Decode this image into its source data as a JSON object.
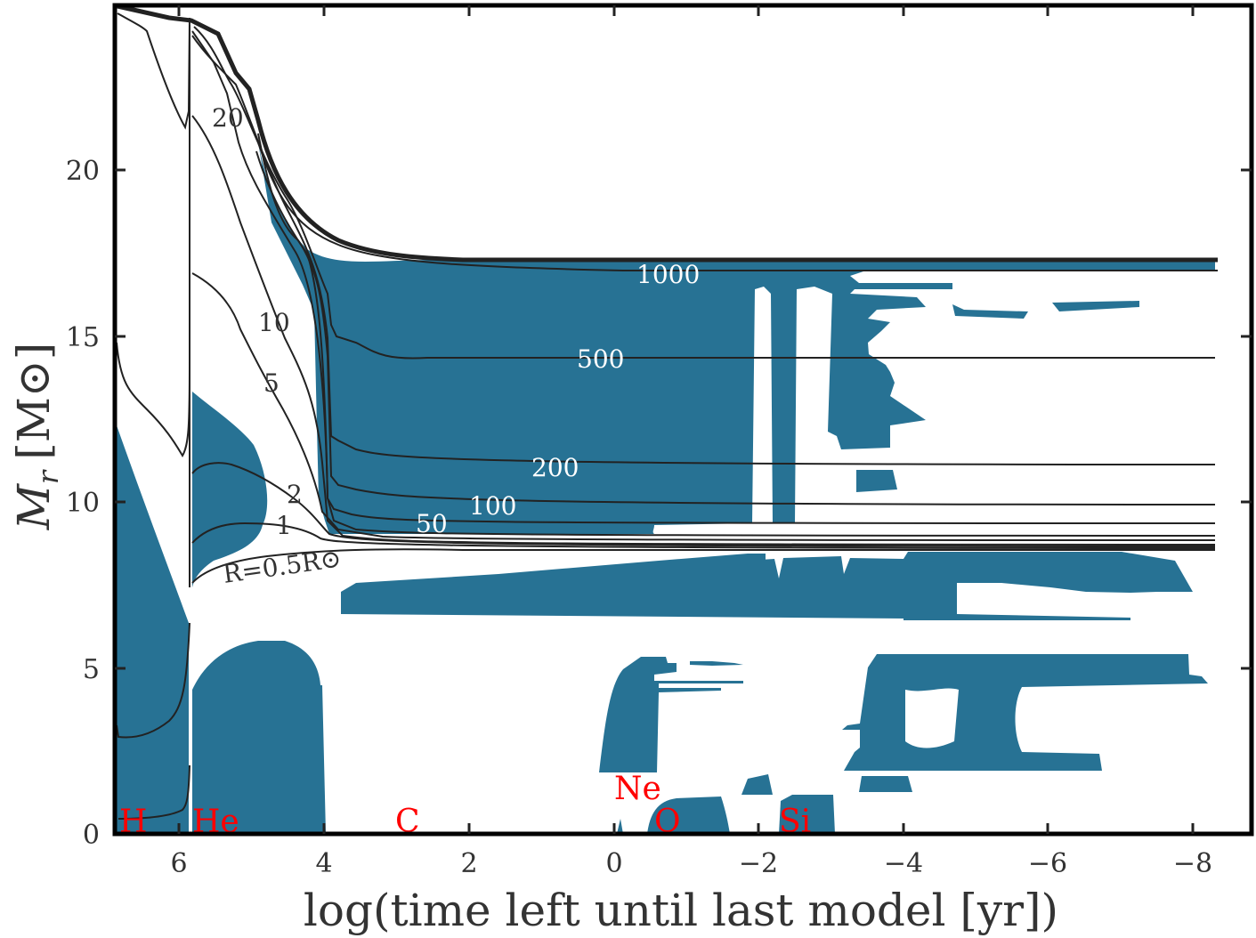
{
  "chart_data": {
    "type": "kippenhahn",
    "title": "",
    "xlabel": "log(time left until last model [yr])",
    "ylabel": "M_r [M_sun]",
    "xlim": [
      6.9,
      -8.7
    ],
    "ylim": [
      0,
      25
    ],
    "x_ticks": [
      6,
      4,
      2,
      0,
      -2,
      -4,
      -6,
      -8
    ],
    "x_tick_labels": [
      "6",
      "4",
      "2",
      "0",
      "−2",
      "−4",
      "−6",
      "−8"
    ],
    "y_ticks": [
      0,
      5,
      10,
      15,
      20
    ],
    "y_tick_labels": [
      "0",
      "5",
      "10",
      "15",
      "20"
    ],
    "grid": false,
    "convective_color": "#277294",
    "burning_stage_labels": [
      {
        "label": "H",
        "x": 6.6,
        "y": 0.5
      },
      {
        "label": "He",
        "x": 5.5,
        "y": 0.5
      },
      {
        "label": "C",
        "x": 2.9,
        "y": 0.5
      },
      {
        "label": "Ne",
        "x": -0.4,
        "y": 1.3
      },
      {
        "label": "O",
        "x": -0.8,
        "y": 0.5
      },
      {
        "label": "Si",
        "x": -2.5,
        "y": 0.5
      }
    ],
    "radius_contours": [
      {
        "label": "R=0.5R_sun",
        "final_mass": 8.65
      },
      {
        "label": "1",
        "final_mass": 8.75
      },
      {
        "label": "2",
        "final_mass": 8.8
      },
      {
        "label": "5",
        "final_mass": 8.85
      },
      {
        "label": "10",
        "final_mass": 8.9
      },
      {
        "label": "20",
        "final_mass": 8.95
      },
      {
        "label": "50",
        "final_mass": 9.0
      },
      {
        "label": "100",
        "final_mass": 9.4
      },
      {
        "label": "200",
        "final_mass": 11.1
      },
      {
        "label": "500",
        "final_mass": 14.4
      },
      {
        "label": "1000",
        "final_mass": 17.0
      }
    ],
    "total_mass": {
      "initial": 25.0,
      "final": 17.3
    }
  },
  "labels": {
    "xlabel": "log(time left until last model [yr])",
    "ylabel_main": "M",
    "ylabel_sub": "r",
    "ylabel_unit": "[M⊙]",
    "contours": {
      "c20": "20",
      "c10": "10",
      "c5": "5",
      "c2": "2",
      "c1": "1",
      "r05": "R=0.5R⊙",
      "c50": "50",
      "c100": "100",
      "c200": "200",
      "c500": "500",
      "c1000": "1000"
    },
    "burn": {
      "h": "H",
      "he": "He",
      "c": "C",
      "ne": "Ne",
      "o": "O",
      "si": "Si"
    },
    "xticks": [
      "6",
      "4",
      "2",
      "0",
      "−2",
      "−4",
      "−6",
      "−8"
    ],
    "yticks": [
      "0",
      "5",
      "10",
      "15",
      "20"
    ]
  }
}
